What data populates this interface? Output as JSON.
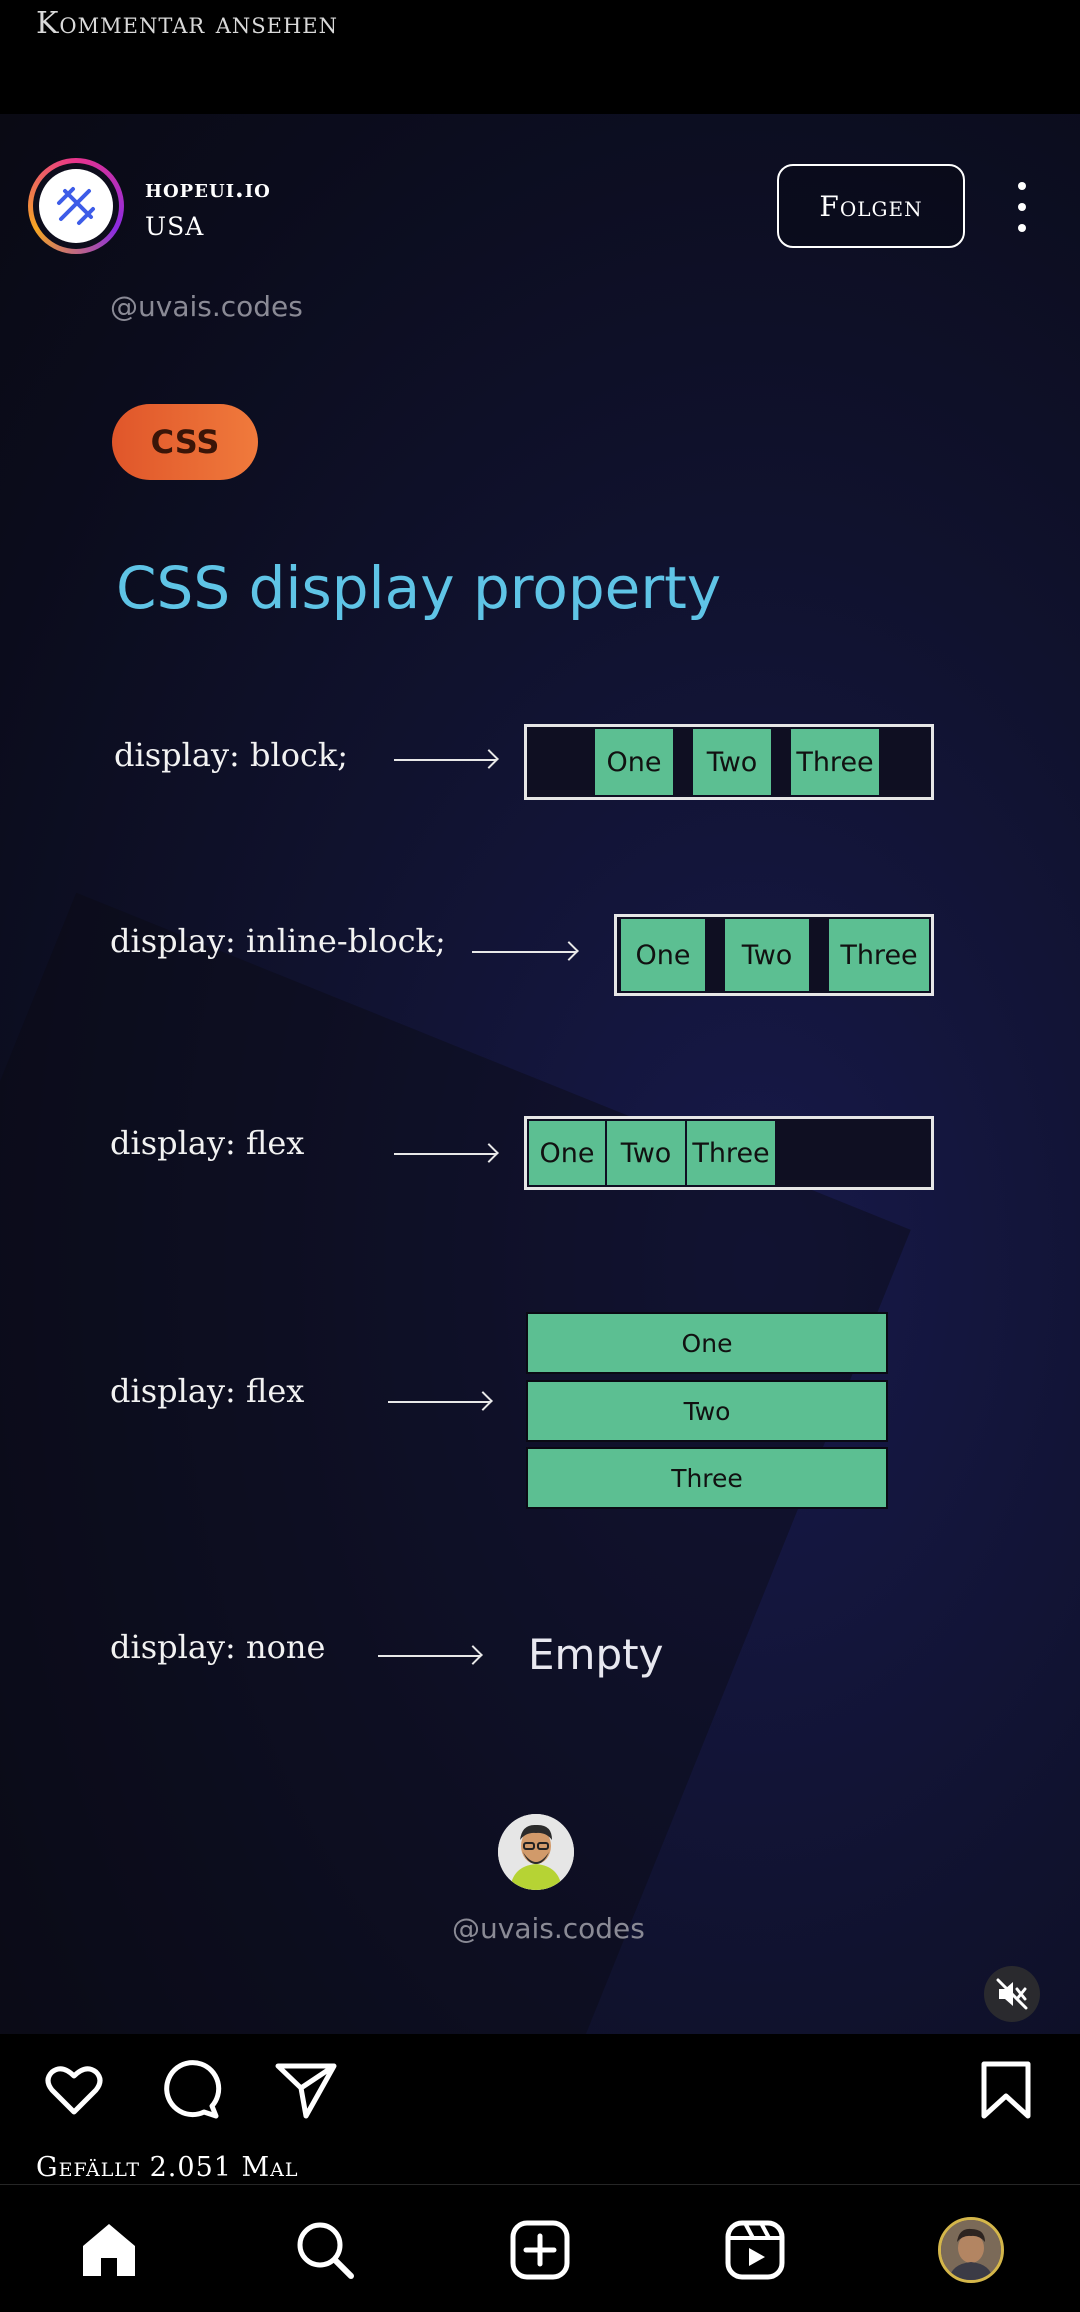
{
  "top_bar": {
    "comment_link": "Kommentar ansehen"
  },
  "post": {
    "account_name": "hopeui.io",
    "location": "USA",
    "follow_label": "Folgen"
  },
  "slide": {
    "watermark_top": "@uvais.codes",
    "tag": "CSS",
    "title": "CSS display property",
    "rows": [
      {
        "label": "display: block;",
        "items": [
          "One",
          "Two",
          "Three"
        ]
      },
      {
        "label": "display: inline-block;",
        "items": [
          "One",
          "Two",
          "Three"
        ]
      },
      {
        "label": "display: flex",
        "items": [
          "One",
          "Two",
          "Three"
        ]
      },
      {
        "label": "display: flex",
        "items": [
          "One",
          "Two",
          "Three"
        ]
      },
      {
        "label": "display: none",
        "result": "Empty"
      }
    ],
    "watermark_bottom": "@uvais.codes"
  },
  "actions": {
    "likes_text": "Gefällt 2.051 Mal"
  },
  "colors": {
    "cell": "#5cbf92",
    "title": "#5fc4e6",
    "pill": "#e0562a"
  },
  "icons": {
    "actions": [
      "heart-icon",
      "comment-icon",
      "share-icon",
      "bookmark-icon"
    ],
    "nav": [
      "home-icon",
      "search-icon",
      "create-icon",
      "reels-icon",
      "profile-avatar"
    ]
  }
}
